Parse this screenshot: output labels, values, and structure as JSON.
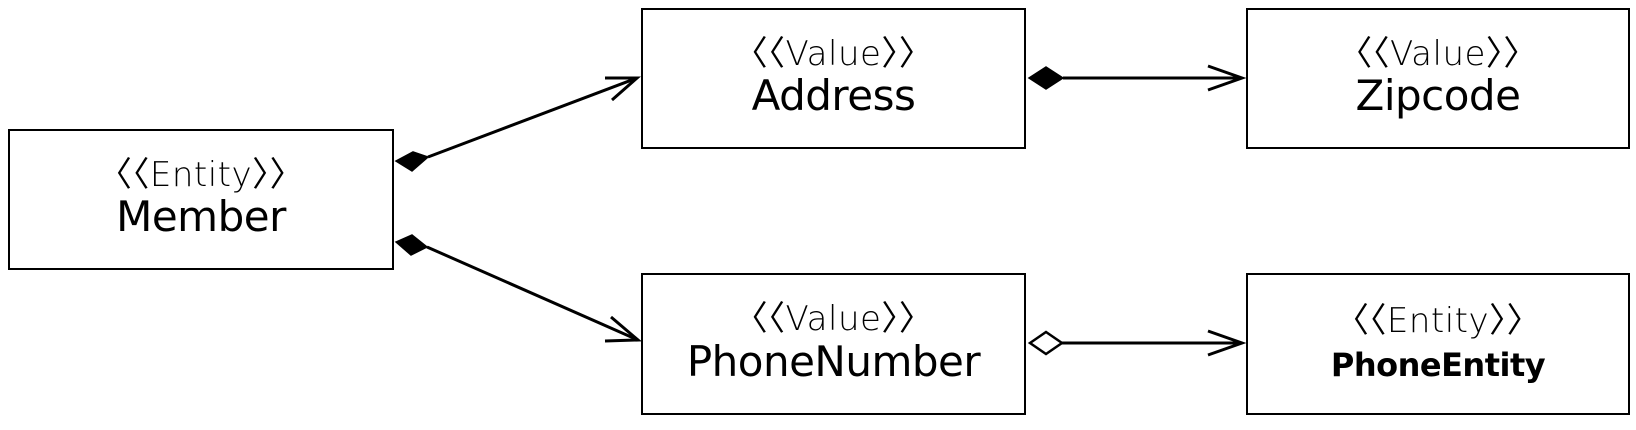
{
  "classes": {
    "member": {
      "stereotype": "〈〈Entity〉〉",
      "name": "Member"
    },
    "address": {
      "stereotype": "〈〈Value〉〉",
      "name": "Address"
    },
    "zipcode": {
      "stereotype": "〈〈Value〉〉",
      "name": "Zipcode"
    },
    "phonenumber": {
      "stereotype": "〈〈Value〉〉",
      "name": "PhoneNumber"
    },
    "phoneentity": {
      "stereotype": "〈〈Entity〉〉",
      "name": "PhoneEntity"
    }
  },
  "relationships": [
    {
      "from": "Member",
      "to": "Address",
      "kind": "composition"
    },
    {
      "from": "Member",
      "to": "PhoneNumber",
      "kind": "composition"
    },
    {
      "from": "Address",
      "to": "Zipcode",
      "kind": "composition"
    },
    {
      "from": "PhoneNumber",
      "to": "PhoneEntity",
      "kind": "aggregation"
    }
  ],
  "colors": {
    "line": "#000000",
    "background": "#ffffff"
  }
}
